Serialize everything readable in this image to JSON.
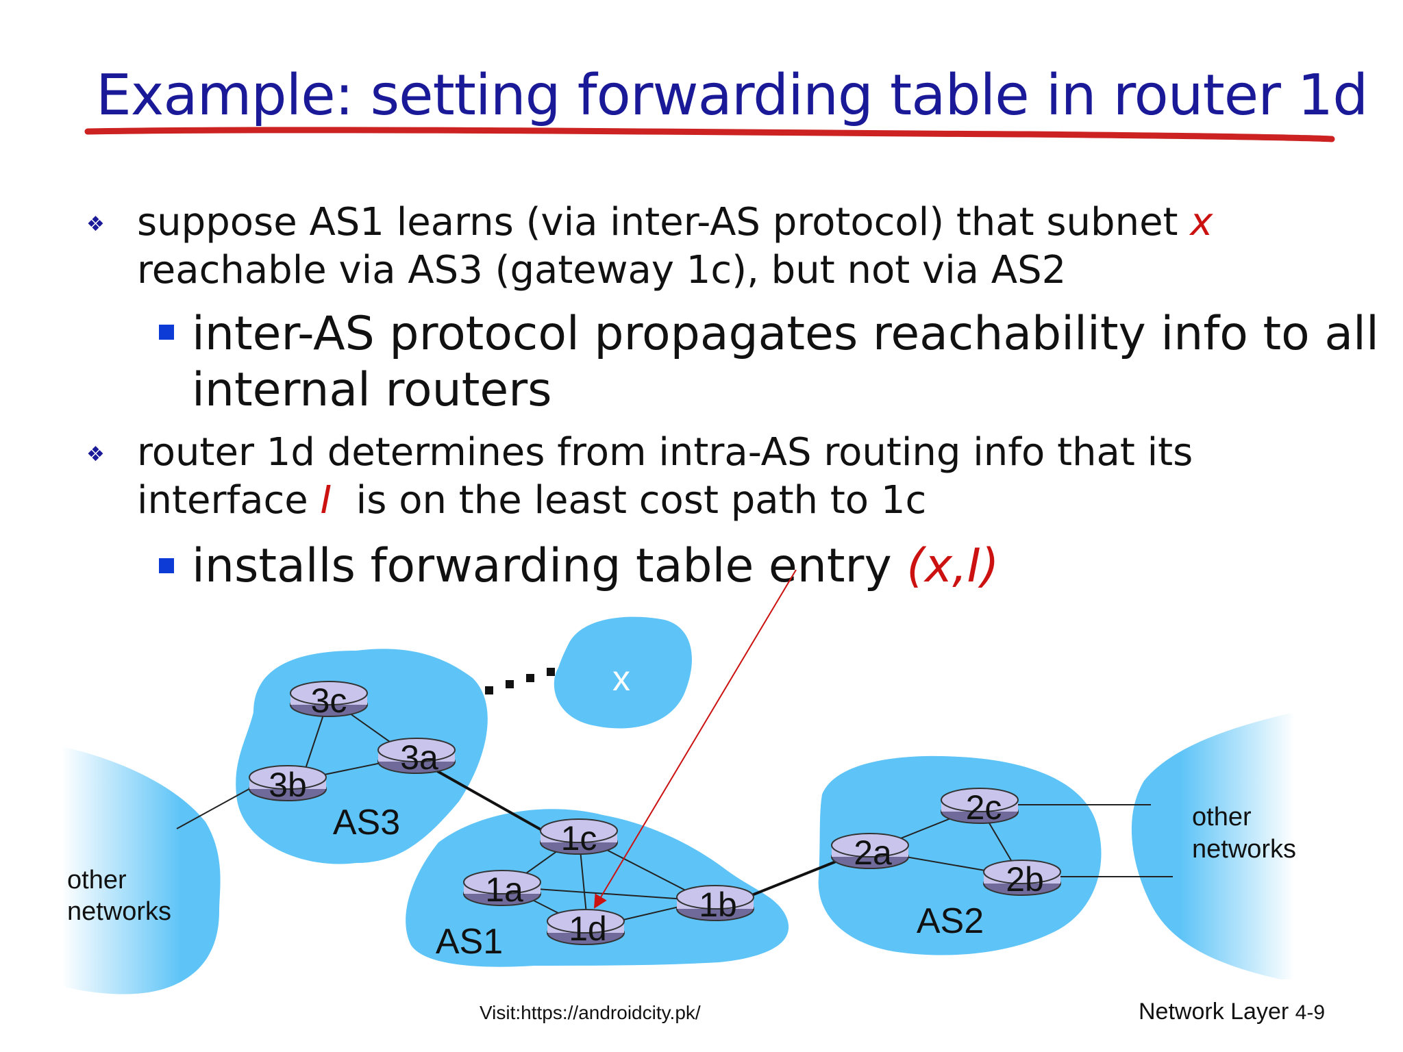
{
  "title": "Example: setting forwarding table in router 1d",
  "bullets": {
    "b1_line1_pre": "suppose AS1 learns (via inter-AS protocol) that subnet ",
    "b1_line1_var": "x",
    "b1_line2": "reachable via AS3 (gateway 1c), but not via AS2",
    "sub1_line1": "inter-AS protocol propagates reachability info to all",
    "sub1_line2": "internal routers",
    "b2_line1": "router 1d determines from intra-AS routing info that its",
    "b2_line2_pre": "interface ",
    "b2_line2_var": "I",
    "b2_line2_post": "  is on the least cost path to 1c",
    "sub2_pre": "installs forwarding table entry ",
    "sub2_var": "(x,I)"
  },
  "diagram": {
    "subnet_label": "x",
    "as_labels": {
      "as1": "AS1",
      "as2": "AS2",
      "as3": "AS3"
    },
    "routers": {
      "r3c": "3c",
      "r3a": "3a",
      "r3b": "3b",
      "r1c": "1c",
      "r1a": "1a",
      "r1b": "1b",
      "r1d": "1d",
      "r2a": "2a",
      "r2b": "2b",
      "r2c": "2c"
    },
    "other_networks_left": [
      "other",
      "networks"
    ],
    "other_networks_right": [
      "other",
      "networks"
    ]
  },
  "footer": {
    "visit": "Visit:https://androidcity.pk/",
    "page_label": "Network Layer",
    "page_number": "4-9"
  },
  "colors": {
    "title": "#1a1a99",
    "title_underline": "#cc2222",
    "cloud": "#5ec4f7",
    "router_fill": "#c8c4ec",
    "accent_red": "#cc1111",
    "bullet_blue": "#0d3bd6"
  }
}
